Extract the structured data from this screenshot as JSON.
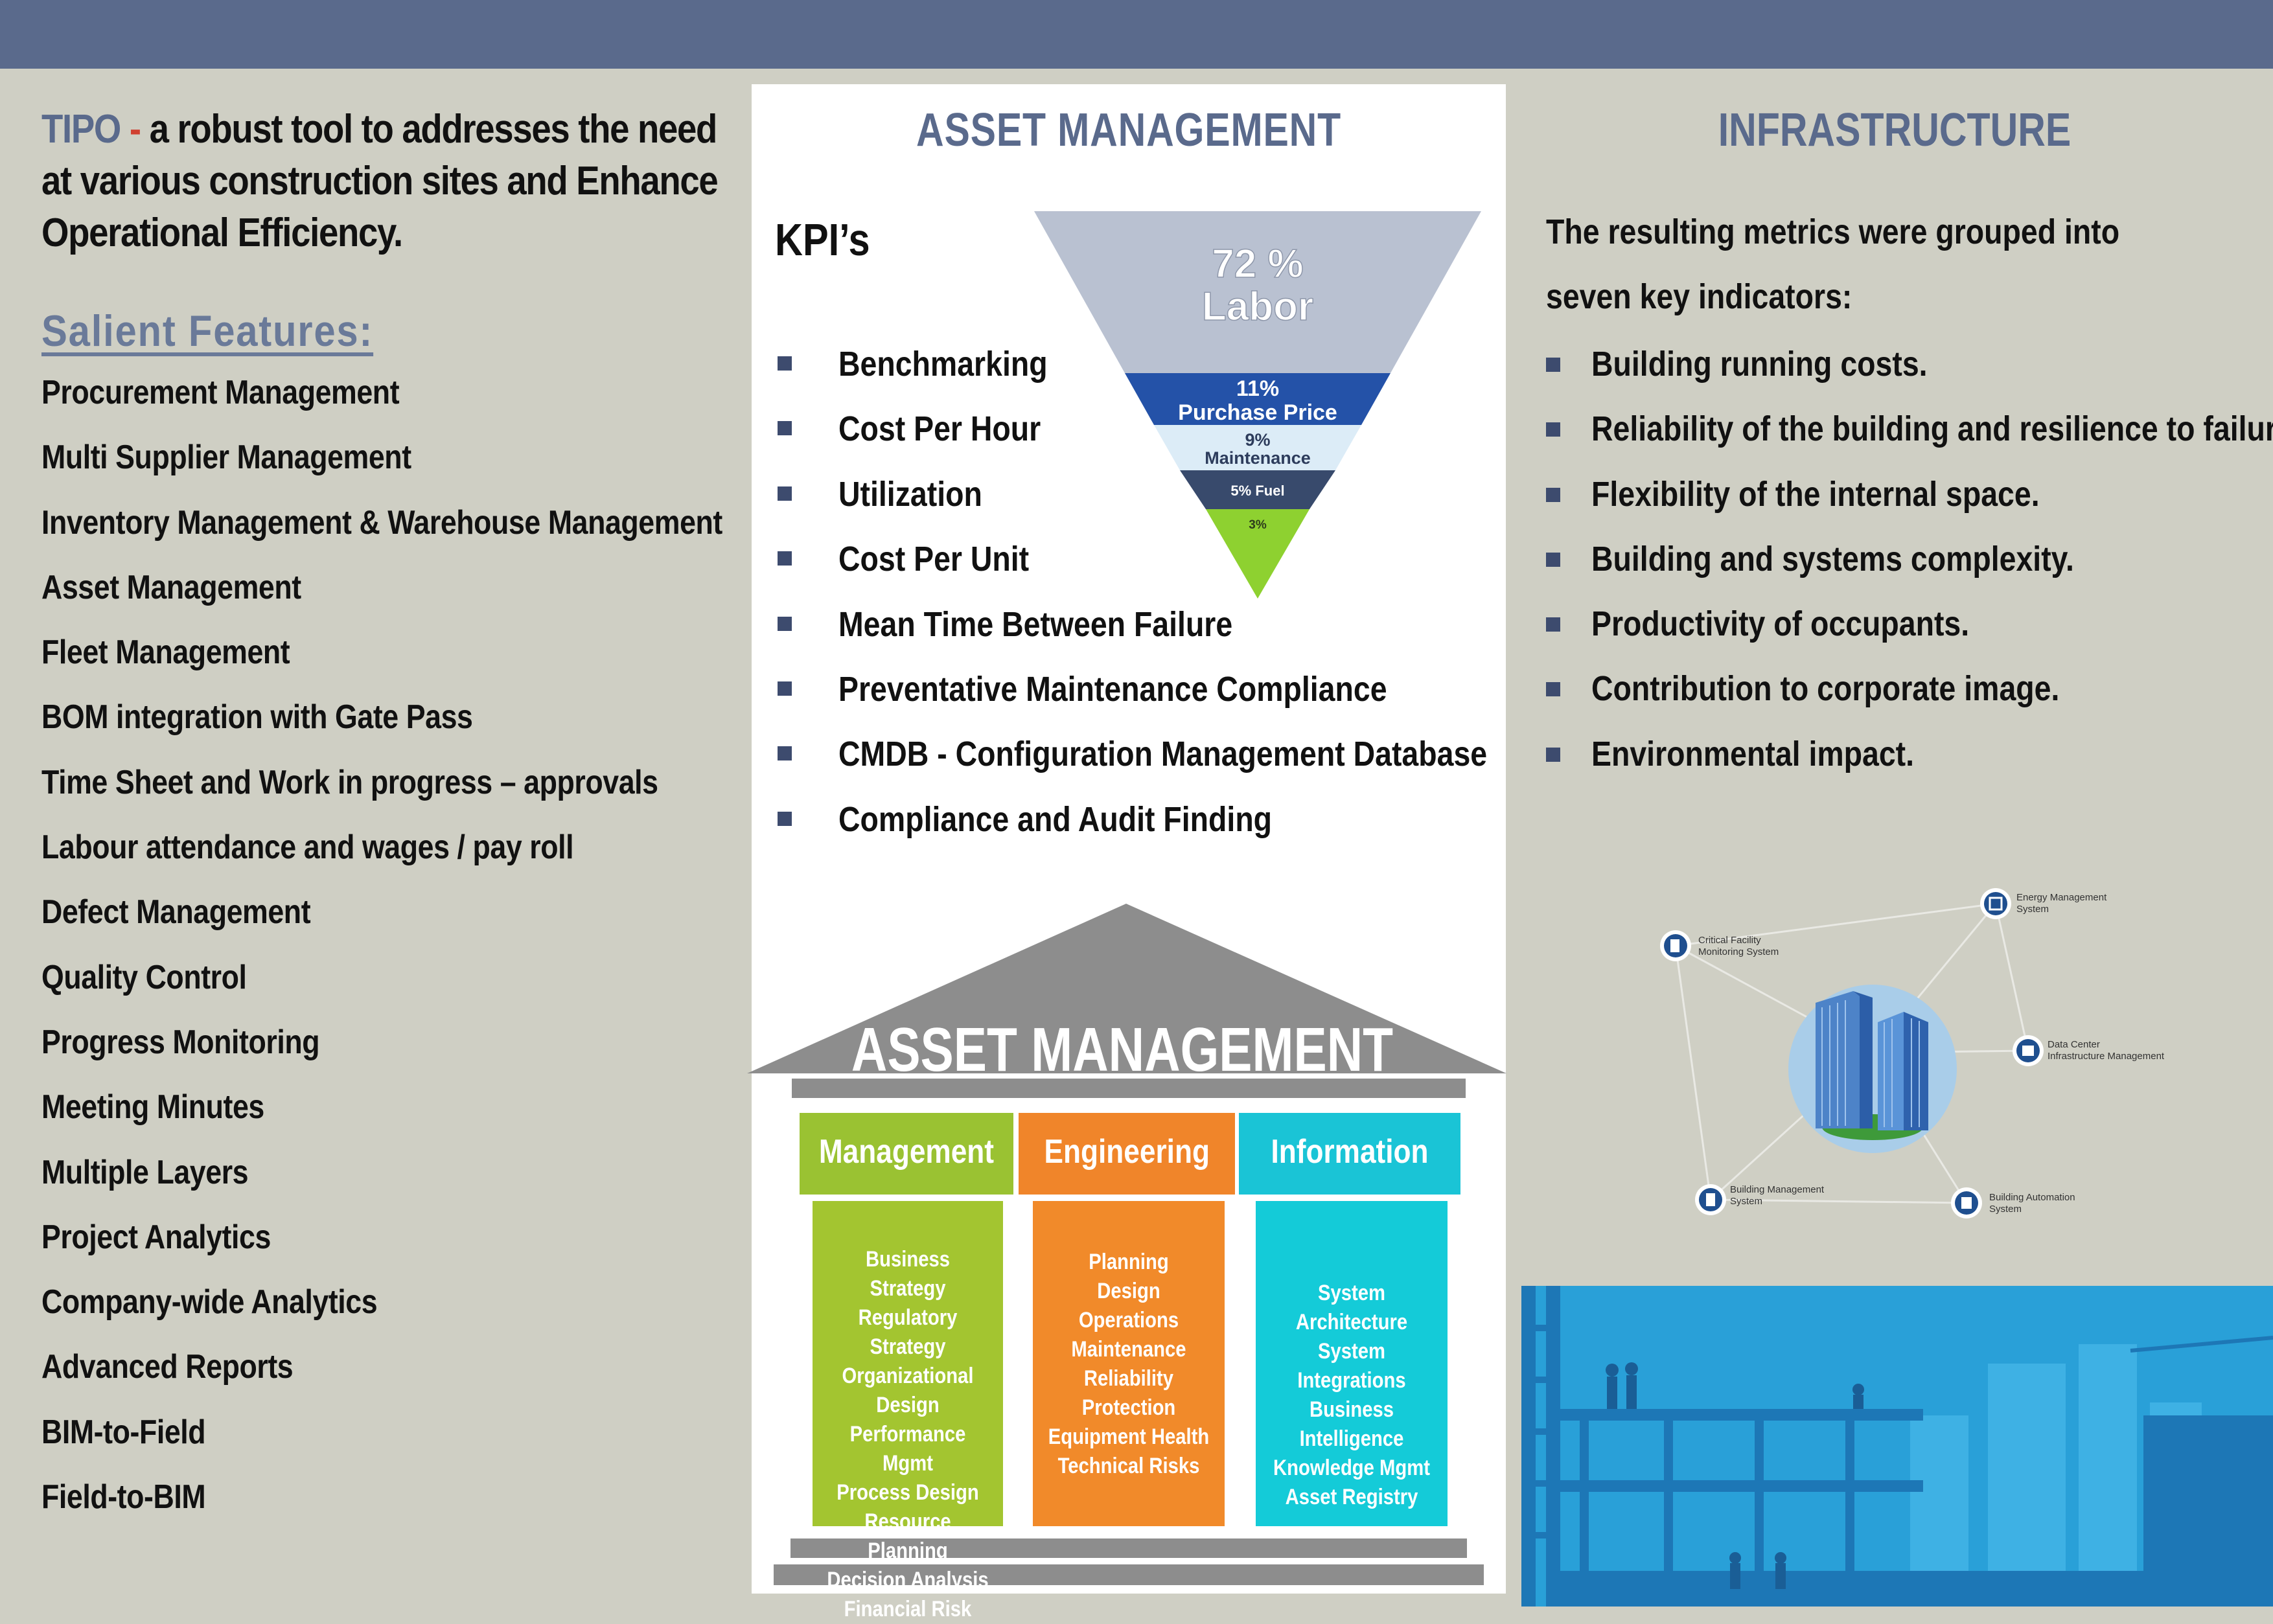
{
  "intro": {
    "brand": "TIPO",
    "dash": " - ",
    "text": "a robust tool to addresses the need at various construction sites and Enhance Operational Efficiency."
  },
  "salient_title": "Salient Features:",
  "features": [
    "Procurement Management",
    "Multi Supplier Management",
    "Inventory Management & Warehouse Management",
    "Asset Management",
    "Fleet Management",
    "BOM integration with Gate Pass",
    "Time Sheet and Work in progress – approvals",
    "Labour attendance and wages / pay roll",
    "Defect Management",
    "Quality Control",
    "Progress Monitoring",
    "Meeting Minutes",
    "Multiple Layers",
    "Project Analytics",
    "Company-wide Analytics",
    "Advanced Reports",
    "BIM-to-Field",
    "Field-to-BIM"
  ],
  "asset": {
    "title": "ASSET MANAGEMENT",
    "kpi_heading": "KPI’s",
    "kpis": [
      "Benchmarking",
      "Cost Per Hour",
      "Utilization",
      "Cost Per Unit",
      "Mean Time Between Failure",
      "Preventative Maintenance Compliance",
      "CMDB - Configuration Management Database",
      "Compliance and Audit Finding"
    ],
    "funnel": [
      {
        "pct": "72 %",
        "label": "Labor",
        "value": 72,
        "color": "#b9c1d1"
      },
      {
        "pct": "11%",
        "label": "Purchase Price",
        "value": 11,
        "color": "#2452a8"
      },
      {
        "pct": "9%",
        "label": "Maintenance",
        "value": 9,
        "color": "#dcecf7"
      },
      {
        "pct": "",
        "label": "5% Fuel",
        "value": 5,
        "color": "#384a6c"
      },
      {
        "pct": "",
        "label": "3%",
        "value": 3,
        "color": "#8ed130"
      }
    ],
    "temple_title": "ASSET MANAGEMENT",
    "pillars": [
      {
        "name": "Management",
        "head_color": "#9ac232",
        "body_color": "#a3c530",
        "items": [
          "Business Strategy",
          "Regulatory Strategy",
          "Organizational Design",
          "Performance Mgmt",
          "Process Design",
          "Resource Planning",
          "Decision Analysis",
          "Financial Risk"
        ]
      },
      {
        "name": "Engineering",
        "head_color": "#f0852a",
        "body_color": "#f18a2a",
        "items": [
          "Planning",
          "Design",
          "Operations",
          "Maintenance",
          "Reliability",
          "Protection",
          "Equipment Health",
          "Technical Risks"
        ]
      },
      {
        "name": "Information",
        "head_color": "#1ac4d6",
        "body_color": "#14cbd8",
        "items": [
          "System Architecture",
          "System Integrations",
          "Business Intelligence",
          "Knowledge Mgmt",
          "Asset Registry"
        ]
      }
    ]
  },
  "infrastructure": {
    "title": "INFRASTRUCTURE",
    "intro": "The resulting metrics were grouped into seven key indicators:",
    "items": [
      "Building running costs.",
      "Reliability of the building and resilience to failure.",
      "Flexibility of the internal space.",
      "Building and systems complexity.",
      "Productivity of occupants.",
      "Contribution to corporate image.",
      "Environmental impact."
    ],
    "network": {
      "critical": "Critical Facility\nMonitoring System",
      "energy": "Energy Management\nSystem",
      "datacenter": "Data Center\nInfrastructure Management",
      "bms": "Building Management\nSystem",
      "bas": "Building Automation\nSystem"
    }
  },
  "colors": {
    "header": "#5a6a8c",
    "background": "#cfcfc4",
    "bullet": "#3d4b6e"
  }
}
